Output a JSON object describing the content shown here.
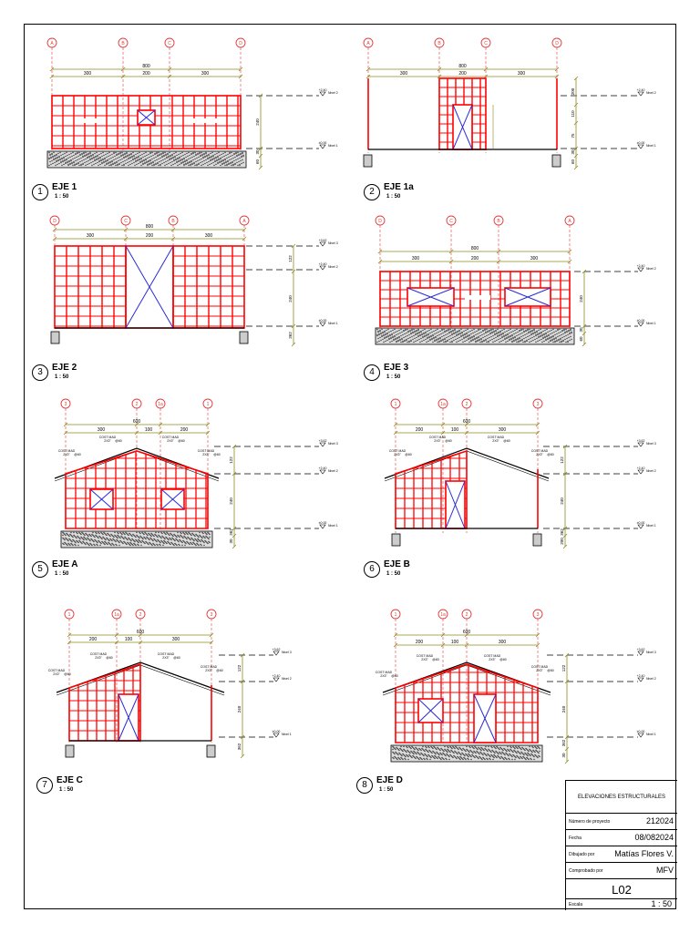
{
  "views": [
    {
      "num": "1",
      "title": "EJE 1",
      "scale": "1 : 50",
      "axes": [
        "A",
        "B",
        "C",
        "D"
      ],
      "overall": "800",
      "spans": [
        "300",
        "200",
        "300"
      ],
      "levels": [
        {
          "h": "+2.40",
          "name": "Nivel 2"
        },
        {
          "h": "±0.00",
          "name": "Nivel 1"
        }
      ],
      "dims_v": [
        "240",
        "30",
        "60"
      ]
    },
    {
      "num": "2",
      "title": "EJE 1a",
      "scale": "1 : 50",
      "axes": [
        "A",
        "B",
        "C",
        "D"
      ],
      "overall": "800",
      "spans": [
        "300",
        "200",
        "300"
      ],
      "levels": [
        {
          "h": "+2.40",
          "name": "Nivel 2"
        },
        {
          "h": "±0.00",
          "name": "Nivel 1"
        }
      ],
      "dims_v": [
        "200",
        "110",
        "75",
        "30",
        "60"
      ]
    },
    {
      "num": "3",
      "title": "EJE 2",
      "scale": "1 : 50",
      "axes": [
        "D",
        "C",
        "B",
        "A"
      ],
      "overall": "800",
      "spans": [
        "300",
        "200",
        "300"
      ],
      "levels": [
        {
          "h": "+3.62",
          "name": "Nivel 3"
        },
        {
          "h": "+2.40",
          "name": "Nivel 2"
        },
        {
          "h": "±0.00",
          "name": "Nivel 1"
        }
      ],
      "dims_v": [
        "122",
        "240",
        "362",
        "60"
      ]
    },
    {
      "num": "4",
      "title": "EJE 3",
      "scale": "1 : 50",
      "axes": [
        "D",
        "C",
        "B",
        "A"
      ],
      "overall": "800",
      "spans": [
        "300",
        "200",
        "300"
      ],
      "levels": [
        {
          "h": "+2.40",
          "name": "Nivel 2"
        },
        {
          "h": "±0.00",
          "name": "Nivel 1"
        }
      ],
      "dims_v": [
        "240",
        "30",
        "60"
      ]
    },
    {
      "num": "5",
      "title": "EJE A",
      "scale": "1 : 50",
      "axes": [
        "3",
        "2",
        "1a",
        "1"
      ],
      "overall": "600",
      "spans": [
        "300",
        "100",
        "200"
      ],
      "levels": [
        {
          "h": "+3.62",
          "name": "Nivel 3"
        },
        {
          "h": "+2.40",
          "name": "Nivel 2"
        },
        {
          "h": "±0.00",
          "name": "Nivel 1"
        }
      ],
      "dims_v": [
        "122",
        "240",
        "362",
        "30",
        "60"
      ],
      "notes": [
        "COST MAD",
        "2X3\"",
        "@60"
      ]
    },
    {
      "num": "6",
      "title": "EJE B",
      "scale": "1 : 50",
      "axes": [
        "1",
        "1a",
        "2",
        "3"
      ],
      "overall": "600",
      "spans": [
        "200",
        "100",
        "300"
      ],
      "levels": [
        {
          "h": "+3.62",
          "name": "Nivel 3"
        },
        {
          "h": "+2.40",
          "name": "Nivel 2"
        },
        {
          "h": "±0.00",
          "name": "Nivel 1"
        }
      ],
      "dims_v": [
        "122",
        "240",
        "362",
        "200",
        "30",
        "60"
      ],
      "notes": [
        "COST MAD",
        "2X3\"",
        "@60"
      ]
    },
    {
      "num": "7",
      "title": "EJE C",
      "scale": "1 : 50",
      "axes": [
        "1",
        "1a",
        "2",
        "3"
      ],
      "overall": "600",
      "spans": [
        "200",
        "100",
        "300"
      ],
      "levels": [
        {
          "h": "+3.62",
          "name": "Nivel 3"
        },
        {
          "h": "+2.40",
          "name": "Nivel 2"
        },
        {
          "h": "±0.00",
          "name": "Nivel 1"
        }
      ],
      "dims_v": [
        "122",
        "240",
        "362",
        "60"
      ],
      "notes": [
        "COST MAD",
        "2X3\"",
        "@60"
      ]
    },
    {
      "num": "8",
      "title": "EJE D",
      "scale": "1 : 50",
      "axes": [
        "1",
        "1a",
        "2",
        "3"
      ],
      "overall": "600",
      "spans": [
        "200",
        "100",
        "300"
      ],
      "levels": [
        {
          "h": "+3.62",
          "name": "Nivel 3"
        },
        {
          "h": "+2.40",
          "name": "Nivel 2"
        },
        {
          "h": "±0.00",
          "name": "Nivel 1"
        }
      ],
      "dims_v": [
        "122",
        "240",
        "362",
        "30",
        "60"
      ],
      "notes": [
        "COST MAD",
        "2X3\"",
        "@60"
      ]
    }
  ],
  "title_block": {
    "sheet_title": "ELEVACIONES ESTRUCTURALES",
    "project_label": "Número de proyecto",
    "project_value": "212024",
    "date_label": "Fecha",
    "date_value": "08/082024",
    "drawn_label": "Dibujado por",
    "drawn_value": "Matías Flores V.",
    "checked_label": "Comprobado por",
    "checked_value": "MFV",
    "sheet_number": "L02",
    "scale_label": "Escala",
    "scale_value": "1 : 50"
  },
  "colors": {
    "frame": "#ff0000",
    "bracing": "#2b2bd6",
    "dims": "#8c8c1e",
    "axis": "#e03c3c"
  }
}
